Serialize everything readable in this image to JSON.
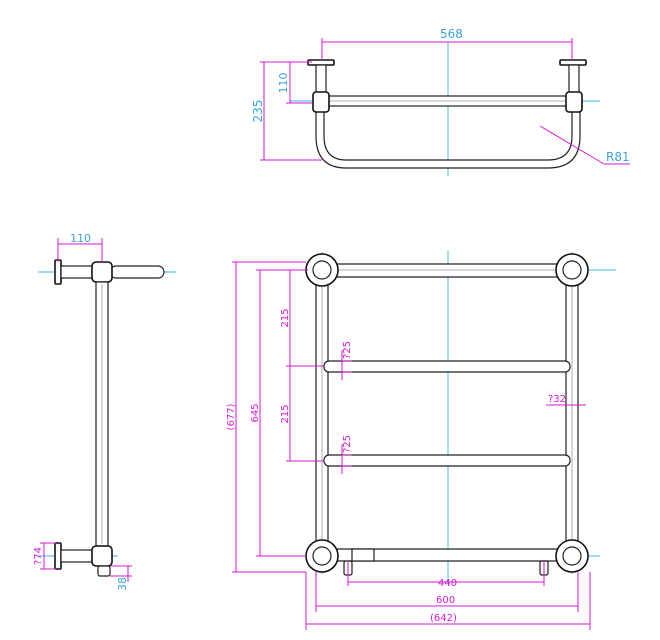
{
  "dimensions": {
    "top_width": "568",
    "top_depth_small": "110",
    "top_depth_total": "235",
    "top_radius": "R81",
    "side_projection": "110",
    "side_wall_dia": "?74",
    "side_base": "38",
    "front_spacing_upper": "215",
    "front_spacing_lower": "215",
    "front_rail_dia_1": "?25",
    "front_rail_dia_2": "?25",
    "front_upright_dia": "?32",
    "front_height": "645",
    "front_height_overall": "(677)",
    "front_inner_width": "440",
    "front_width": "600",
    "front_width_overall": "(642)"
  },
  "colors": {
    "dimension": "#d21ad2",
    "centerline": "#3fb2e6",
    "outline": "#202020"
  }
}
